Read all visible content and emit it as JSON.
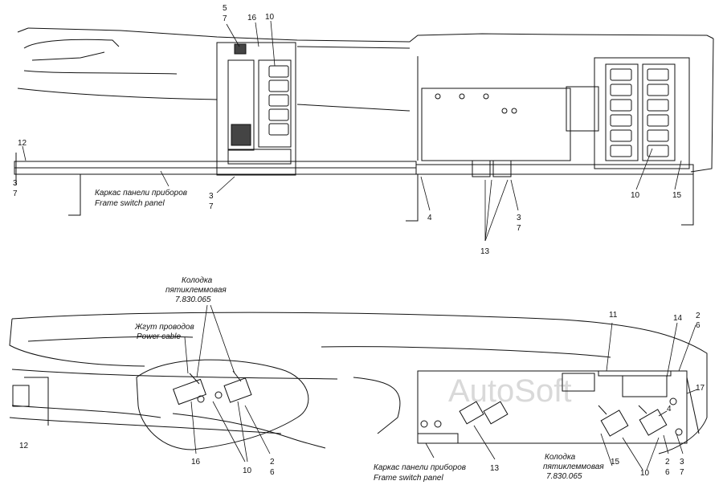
{
  "watermark": "AutoSoft",
  "top_view": {
    "caption_ru": "Каркас панели приборов",
    "caption_en": "Frame switch panel",
    "labels": {
      "n5": "5",
      "n7a": "7",
      "n16": "16",
      "n10a": "10",
      "n12": "12",
      "n3a": "3",
      "n7b": "7",
      "n3b": "3",
      "n7c": "7",
      "n4": "4",
      "n3c": "3",
      "n7d": "7",
      "n13": "13",
      "n10b": "10",
      "n15": "15"
    }
  },
  "bottom_view": {
    "connector_ru_1": "Колодка",
    "connector_ru_2": "пятиклеммовая",
    "connector_code": "7.830.065",
    "harness_ru": "Жгут проводов",
    "harness_en": "Power cable",
    "caption_ru": "Каркас панели приборов",
    "caption_en": "Frame switch panel",
    "connector2_ru_1": "Колодка",
    "connector2_ru_2": "пятиклеммовая",
    "connector2_code": "7.830.065",
    "labels": {
      "n11": "11",
      "n14": "14",
      "n2a": "2",
      "n6a": "6",
      "n17": "17",
      "n4": "4",
      "n12": "12",
      "n16": "16",
      "n10a": "10",
      "n2b": "2",
      "n6b": "6",
      "n13": "13",
      "n15": "15",
      "n10b": "10",
      "n2c": "2",
      "n6c": "6",
      "n3": "3",
      "n7": "7"
    }
  }
}
